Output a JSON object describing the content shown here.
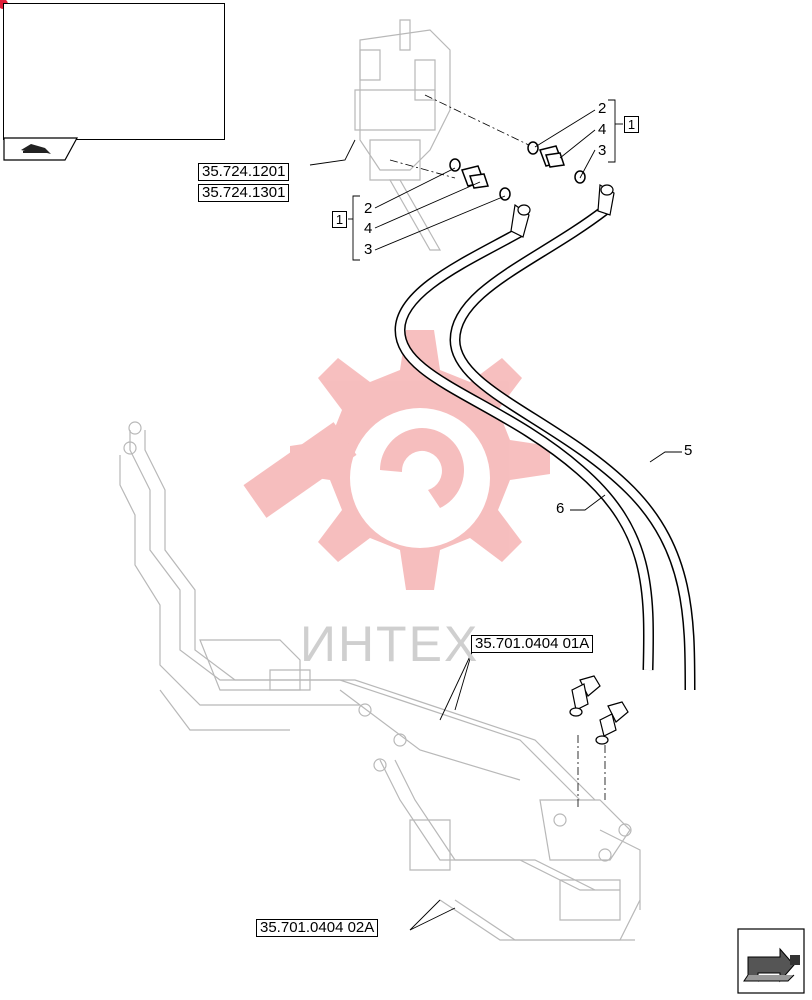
{
  "refs": {
    "ref1": "35.724.1201",
    "ref2": "35.724.1301",
    "ref3": "35.701.0404 01A",
    "ref4": "35.701.0404 02A"
  },
  "callouts": {
    "top_2": "2",
    "top_4": "4",
    "top_3": "3",
    "top_1": "1",
    "left_2": "2",
    "left_4": "4",
    "left_3": "3",
    "left_1": "1",
    "hose_5": "5",
    "hose_6": "6"
  },
  "watermark": "ИНТЕХ",
  "icons": {
    "thumbnail": "backhoe-loader-icon",
    "location_marker": "location-dot-icon",
    "view_tab": "view-direction-icon",
    "next_page": "next-page-arrow-icon"
  },
  "colors": {
    "line": "#000000",
    "faded_line": "#b8b8b8",
    "watermark": "#f2a0a0",
    "marker_red": "#e0203a"
  }
}
